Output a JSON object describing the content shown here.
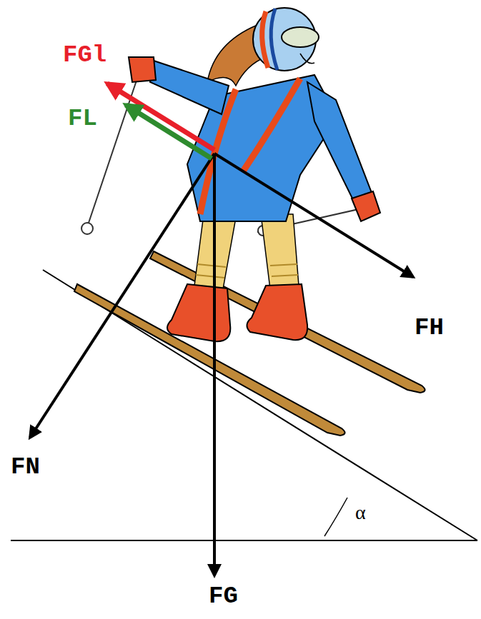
{
  "diagram": {
    "labels": [
      "FGl",
      "FL",
      "FH",
      "FN",
      "FG",
      "α"
    ]
  }
}
